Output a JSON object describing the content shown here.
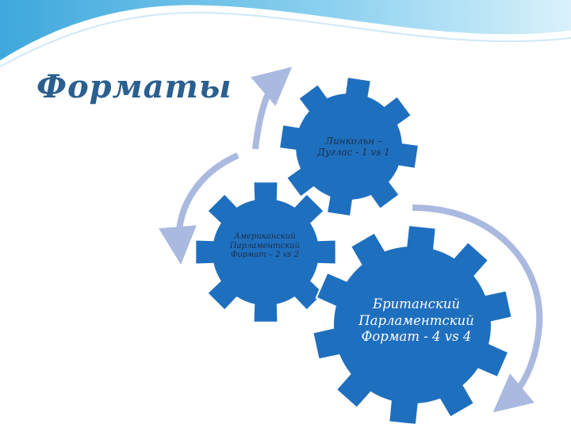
{
  "slide": {
    "title": "Форматы"
  },
  "diagram": {
    "gears": [
      {
        "id": "lincoln-douglas",
        "label_line1": "Линкольн –",
        "label_line2": "Дуглас - 1 vs 1"
      },
      {
        "id": "american",
        "label_line1": "Американский",
        "label_line2": "Парламентский",
        "label_line3": "Формат – 2 vs 2"
      },
      {
        "id": "british",
        "label_line1": "Британский",
        "label_line2": "Парламентский",
        "label_line3": "Формат - 4 vs 4"
      }
    ]
  },
  "colors": {
    "gear_fill": "#1f6fbf",
    "arrow": "#aab9df",
    "title": "#2a5f8f",
    "header_wave": "#5fb9e3"
  }
}
